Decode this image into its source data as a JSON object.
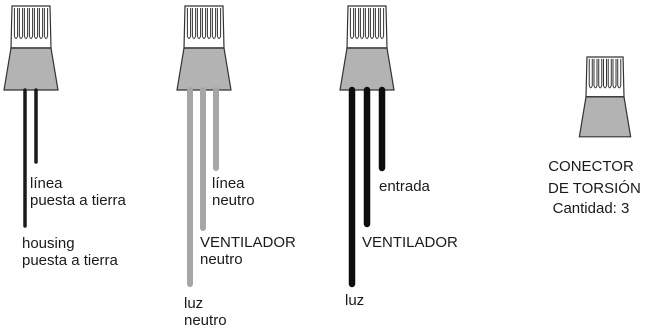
{
  "assemblies": [
    {
      "wires": [
        {
          "label_lines": [
            "línea",
            "puesta a tierra"
          ],
          "color": "#1a1a1a"
        },
        {
          "label_lines": [
            "housing",
            "puesta a tierra"
          ],
          "color": "#1a1a1a"
        }
      ]
    },
    {
      "wires": [
        {
          "label_lines": [
            "línea",
            "neutro"
          ],
          "color": "#a6a6a6"
        },
        {
          "label_lines": [
            "VENTILADOR",
            "neutro"
          ],
          "color": "#a6a6a6"
        },
        {
          "label_lines": [
            "luz",
            "neutro"
          ],
          "color": "#a6a6a6"
        }
      ]
    },
    {
      "wires": [
        {
          "label_lines": [
            "entrada"
          ],
          "color": "#0d0d0d"
        },
        {
          "label_lines": [
            "VENTILADOR"
          ],
          "color": "#0d0d0d"
        },
        {
          "label_lines": [
            "luz"
          ],
          "color": "#0d0d0d"
        }
      ]
    }
  ],
  "legend": {
    "title_line1": "CONECTOR",
    "title_line2": "DE TORSIÓN",
    "quantity": "Cantidad: 3"
  },
  "colors": {
    "connector_fill": "#b3b3b3",
    "connector_stroke": "#333333",
    "ground_wire": "#1a1a1a",
    "neutral_wire": "#a6a6a6",
    "hot_wire": "#0d0d0d"
  }
}
